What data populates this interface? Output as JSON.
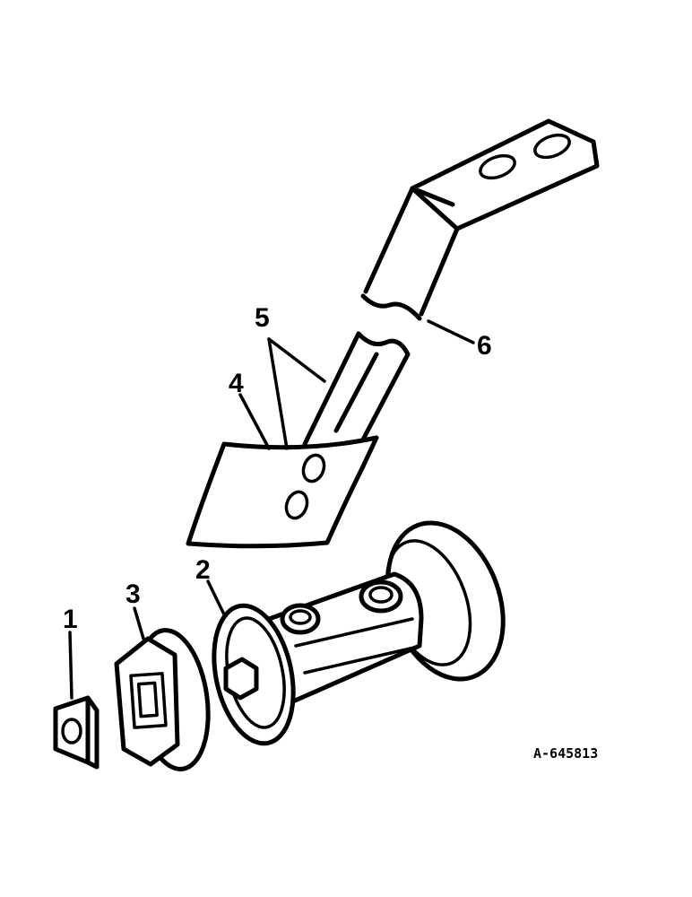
{
  "callouts": {
    "c1": "1",
    "c2": "2",
    "c3": "3",
    "c4": "4",
    "c5": "5",
    "c6": "6"
  },
  "reference_code": "A-645813"
}
